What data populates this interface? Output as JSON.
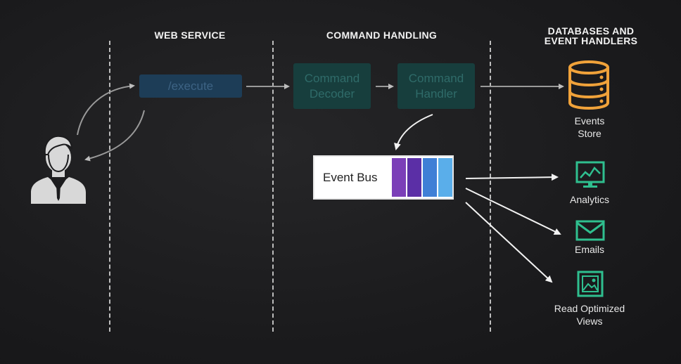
{
  "headers": {
    "web_service": "WEB SERVICE",
    "command_handling": "COMMAND HANDLING",
    "databases_line1": "DATABASES AND",
    "databases_line2": "EVENT HANDLERS"
  },
  "nodes": {
    "execute": "/execute",
    "command_decoder_line1": "Command",
    "command_decoder_line2": "Decoder",
    "command_handler_line1": "Command",
    "command_handler_line2": "Handler",
    "event_bus": "Event Bus"
  },
  "destinations": {
    "events_store_line1": "Events",
    "events_store_line2": "Store",
    "analytics": "Analytics",
    "emails": "Emails",
    "read_views_line1": "Read Optimized",
    "read_views_line2": "Views"
  },
  "icons": {
    "user": "user-avatar-icon",
    "database": "database-icon",
    "analytics": "monitor-chart-icon",
    "emails": "envelope-icon",
    "read_views": "image-icon"
  },
  "colors": {
    "execute_box": "#1d3d57",
    "command_box": "#173e3d",
    "database": "#f0a23a",
    "handler_icons": "#2fbf8f",
    "bus_segments": [
      "#7b3fb8",
      "#5b2fa6",
      "#3f7fd6",
      "#5aaeea"
    ]
  }
}
